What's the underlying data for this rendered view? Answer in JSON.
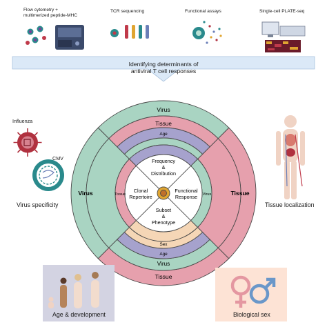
{
  "methods": {
    "flow_line1": "Flow cytometry +",
    "flow_line2": "multimerized peptide-MHC",
    "tcr": "TCR sequencing",
    "functional": "Functional assays",
    "plate": "Single-cell PLATE-seq"
  },
  "banner": {
    "line1": "Identifying determinants of",
    "line2": "antiviral T cell responses"
  },
  "side_labels": {
    "influenza": "Influenza",
    "cmv": "CMV",
    "virus_specificity": "Virus specificity",
    "tissue_localization": "Tissue localization",
    "age_development": "Age & development",
    "biological_sex": "Biological sex"
  },
  "wheel": {
    "outer_top": "Virus",
    "outer_left": "Virus",
    "outer_right": "Tissue",
    "outer_bottom": "Tissue",
    "tissue_top": "Tissue",
    "tissue_bottom": "Virus",
    "age_top": "Age",
    "age_bottom": "Age",
    "sex": "Sex",
    "inner_left": "Tissue",
    "inner_right": "Virus",
    "q_top_1": "Frequency",
    "q_top_2": "&",
    "q_top_3": "Distribution",
    "q_left_1": "Clonal",
    "q_left_2": "Repertoire",
    "q_right_1": "Functional",
    "q_right_2": "Response",
    "q_bottom_1": "Subset",
    "q_bottom_2": "&",
    "q_bottom_3": "Phenotype"
  },
  "colors": {
    "green": "#a9d4c2",
    "pink": "#e6a0ad",
    "purple": "#a6a2cd",
    "peach": "#f5d6b6",
    "banner": "#dbe9f7",
    "dark_red": "#b0313f",
    "teal": "#2a8a8c"
  }
}
